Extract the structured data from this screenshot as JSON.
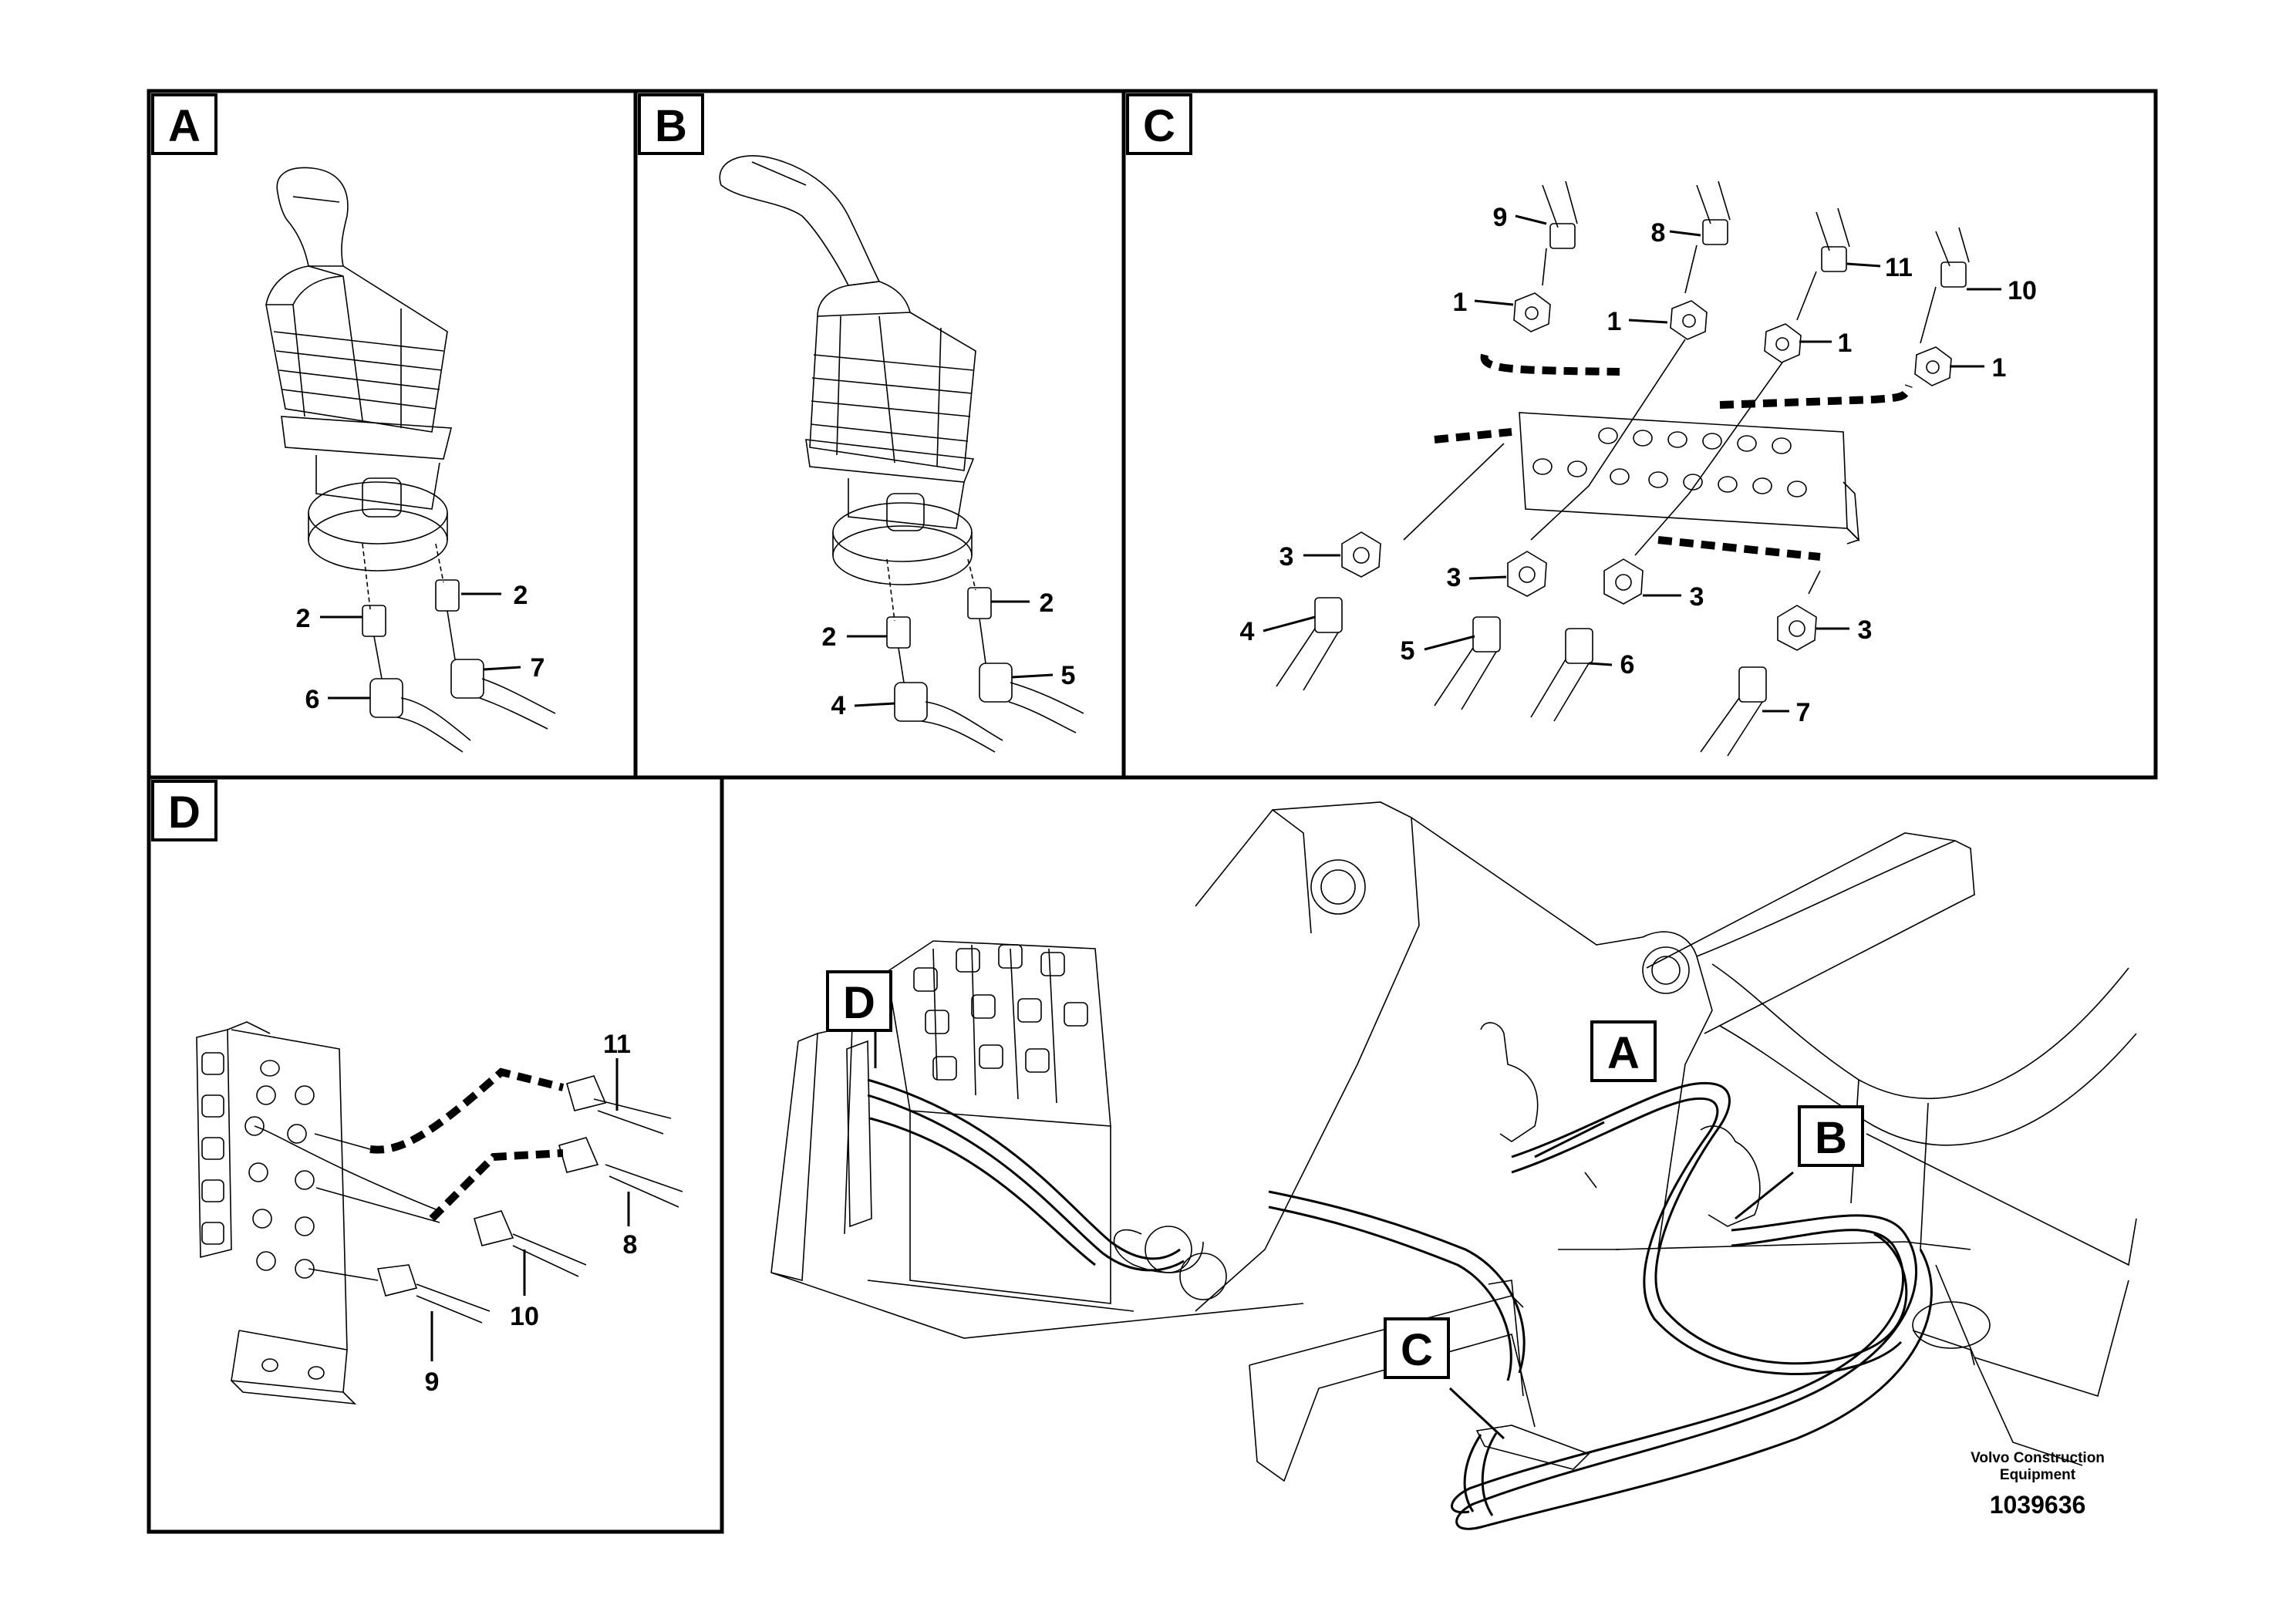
{
  "panels": {
    "a": {
      "label": "A"
    },
    "b": {
      "label": "B"
    },
    "c": {
      "label": "C"
    },
    "d": {
      "label": "D"
    }
  },
  "overview": {
    "label_d": "D",
    "label_a": "A",
    "label_b": "B",
    "label_c": "C"
  },
  "callouts": {
    "a": [
      "2",
      "2",
      "7",
      "6"
    ],
    "b": [
      "2",
      "2",
      "5",
      "4"
    ],
    "c": [
      "9",
      "8",
      "11",
      "10",
      "1",
      "1",
      "1",
      "1",
      "3",
      "3",
      "3",
      "3",
      "4",
      "5",
      "6",
      "7"
    ],
    "d": [
      "11",
      "8",
      "10",
      "9"
    ]
  },
  "footer": {
    "brand_line1": "Volvo Construction",
    "brand_line2": "Equipment",
    "doc_number": "1039636"
  }
}
